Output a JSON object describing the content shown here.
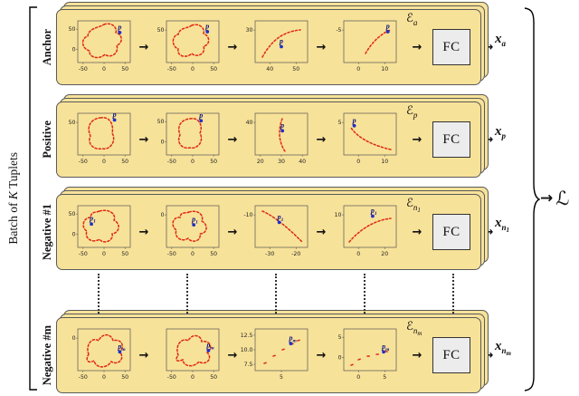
{
  "batch": {
    "prefix": "Batch of ",
    "k": "K",
    "suffix": " Tuplets"
  },
  "loss": {
    "arrow": "→",
    "symbol": "ℒ"
  },
  "glyphs": {
    "arrow": "→"
  },
  "rows": [
    {
      "slug": "anchor",
      "label": "Anchor",
      "encoder": {
        "symbol": "ℰ",
        "sub": "a",
        "subsub": ""
      },
      "fc_label": "FC",
      "output": {
        "base": "x",
        "sub": "a",
        "subsub": ""
      },
      "plots": [
        {
          "shape": "blobA",
          "x_ticks": [
            "-50",
            "0",
            "50"
          ],
          "y_ticks": [
            "50",
            "0"
          ],
          "point": {
            "label": "p",
            "sub": "",
            "fx": 0.8,
            "fy": 0.28
          }
        },
        {
          "shape": "blobB",
          "x_ticks": [
            "-50",
            "0",
            "50"
          ],
          "y_ticks": [
            "50"
          ],
          "point": {
            "label": "p",
            "sub": "",
            "fx": 0.78,
            "fy": 0.26
          }
        },
        {
          "shape": "arcUp",
          "x_ticks": [
            "40",
            "50"
          ],
          "y_ticks": [
            "30"
          ],
          "point": {
            "label": "p",
            "sub": "",
            "fx": 0.5,
            "fy": 0.62
          }
        },
        {
          "shape": "arcSmallUp",
          "x_ticks": [
            "0",
            "10"
          ],
          "y_ticks": [
            "-5"
          ],
          "point": {
            "label": "p",
            "sub": "",
            "fx": 0.84,
            "fy": 0.26
          }
        }
      ]
    },
    {
      "slug": "positive",
      "label": "Positive",
      "encoder": {
        "symbol": "ℰ",
        "sub": "p",
        "subsub": ""
      },
      "fc_label": "FC",
      "output": {
        "base": "x",
        "sub": "p",
        "subsub": ""
      },
      "plots": [
        {
          "shape": "loopTall",
          "x_ticks": [
            "-50",
            "0",
            "50"
          ],
          "y_ticks": [
            "50"
          ],
          "point": {
            "label": "p",
            "sub": "",
            "fx": 0.7,
            "fy": 0.16
          }
        },
        {
          "shape": "loopTall2",
          "x_ticks": [
            "-50",
            "0",
            "50"
          ],
          "y_ticks": [
            "50",
            "0"
          ],
          "point": {
            "label": "p",
            "sub": "",
            "fx": 0.66,
            "fy": 0.18
          }
        },
        {
          "shape": "arcVert",
          "x_ticks": [
            "20",
            "30",
            "40"
          ],
          "y_ticks": [
            "40"
          ],
          "point": {
            "label": "p",
            "sub": "",
            "fx": 0.52,
            "fy": 0.42
          }
        },
        {
          "shape": "arcFlat",
          "x_ticks": [
            "0",
            "10"
          ],
          "y_ticks": [
            "5"
          ],
          "point": {
            "label": "p",
            "sub": "",
            "fx": 0.2,
            "fy": 0.3
          }
        }
      ]
    },
    {
      "slug": "negative-1",
      "label": "Negative #1",
      "encoder": {
        "symbol": "ℰ",
        "sub": "n",
        "subsub": "1"
      },
      "fc_label": "FC",
      "output": {
        "base": "x",
        "sub": "n",
        "subsub": "1"
      },
      "plots": [
        {
          "shape": "blobC",
          "x_ticks": [
            "-50",
            "0",
            "50"
          ],
          "y_ticks": [
            "50",
            "0"
          ],
          "point": {
            "label": "p",
            "sub": "1",
            "fx": 0.26,
            "fy": 0.44
          }
        },
        {
          "shape": "blobD",
          "x_ticks": [
            "-50",
            "0",
            "50"
          ],
          "y_ticks": [
            "0"
          ],
          "point": {
            "label": "p",
            "sub": "1",
            "fx": 0.52,
            "fy": 0.46
          }
        },
        {
          "shape": "diagDown",
          "x_ticks": [
            "-30",
            "-20"
          ],
          "y_ticks": [
            "-10"
          ],
          "point": {
            "label": "p",
            "sub": "1",
            "fx": 0.46,
            "fy": 0.4
          }
        },
        {
          "shape": "arcUp2",
          "x_ticks": [
            "0",
            "20"
          ],
          "y_ticks": [
            "10"
          ],
          "point": {
            "label": "p",
            "sub": "1",
            "fx": 0.55,
            "fy": 0.25
          }
        }
      ]
    },
    {
      "slug": "negative-m",
      "label": "Negative #m",
      "encoder": {
        "symbol": "ℰ",
        "sub": "n",
        "subsub": "m"
      },
      "fc_label": "FC",
      "output": {
        "base": "x",
        "sub": "n",
        "subsub": "m"
      },
      "plots": [
        {
          "shape": "squiggleA",
          "x_ticks": [
            "-50",
            "0",
            "50"
          ],
          "y_ticks": [
            "0"
          ],
          "point": {
            "label": "p",
            "sub": "m",
            "fx": 0.8,
            "fy": 0.55
          }
        },
        {
          "shape": "squiggleB",
          "x_ticks": [
            "-50",
            "0",
            "50"
          ],
          "y_ticks": [],
          "point": {
            "label": "p",
            "sub": "m",
            "fx": 0.8,
            "fy": 0.52
          }
        },
        {
          "shape": "scatterA",
          "x_ticks": [
            "5"
          ],
          "y_ticks": [
            "12.5",
            "10.0",
            "7.5"
          ],
          "point": {
            "label": "p",
            "sub": "m",
            "fx": 0.68,
            "fy": 0.35
          }
        },
        {
          "shape": "scatterB",
          "x_ticks": [
            "0",
            "5"
          ],
          "y_ticks": [
            "5",
            "0"
          ],
          "point": {
            "label": "p",
            "sub": "m",
            "fx": 0.76,
            "fy": 0.55
          }
        }
      ]
    }
  ]
}
